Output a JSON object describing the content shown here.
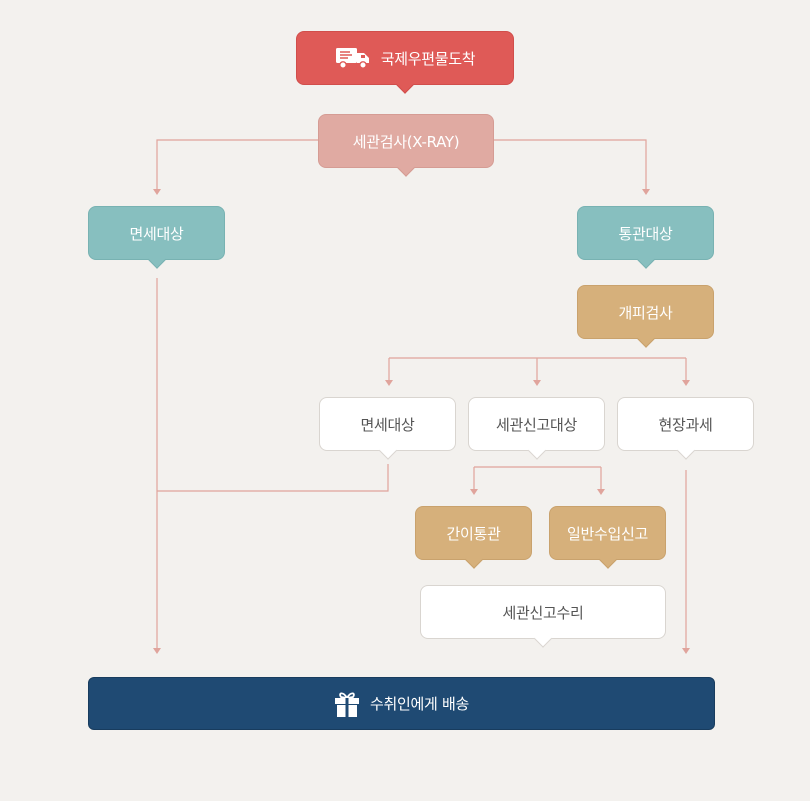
{
  "nodes": {
    "arrival": "국제우편물도착",
    "xray": "세관검사(X-RAY)",
    "duty_free_left": "면세대상",
    "customs_target": "통관대상",
    "open_inspection": "개피검사",
    "duty_free_mid": "면세대상",
    "declaration_target": "세관신고대상",
    "onsite_tax": "현장과세",
    "simple_clearance": "간이통관",
    "general_import": "일반수입신고",
    "declaration_accepted": "세관신고수리",
    "delivery": "수취인에게 배송"
  },
  "icons": {
    "arrival": "delivery-truck-icon",
    "delivery": "gift-box-icon"
  },
  "colors": {
    "background": "#f3f1ee",
    "connector": "#e0a49c",
    "red": "#df5a57",
    "pink": "#e0aaa2",
    "teal": "#87bfbf",
    "tan": "#d6b07b",
    "white": "#ffffff",
    "navy": "#1f4a73"
  }
}
